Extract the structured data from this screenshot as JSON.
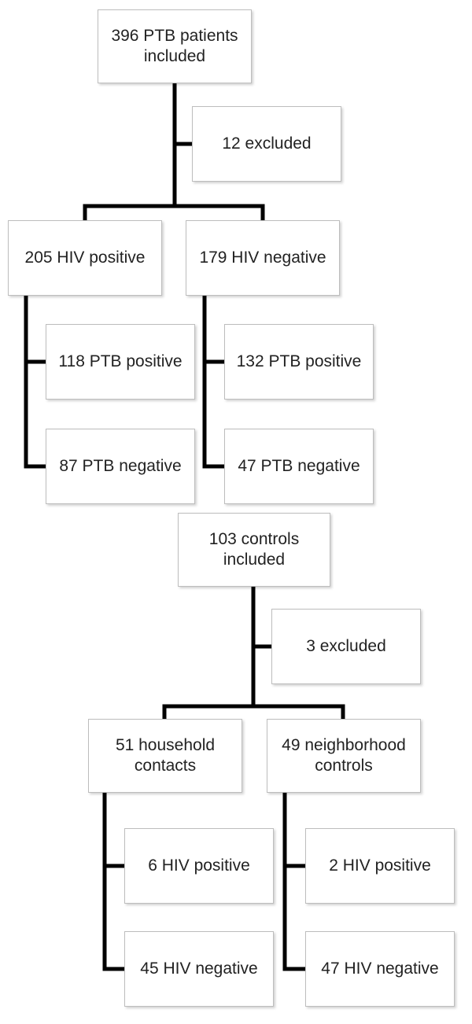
{
  "patients_flow": {
    "included": "396 PTB patients\nincluded",
    "excluded": "12 excluded",
    "hiv_positive": "205 HIV positive",
    "hiv_negative": "179 HIV negative",
    "hivpos_ptb_positive": "118 PTB positive",
    "hivpos_ptb_negative": "87 PTB negative",
    "hivneg_ptb_positive": "132 PTB positive",
    "hivneg_ptb_negative": "47 PTB negative"
  },
  "controls_flow": {
    "included": "103 controls\nincluded",
    "excluded": "3 excluded",
    "household": "51 household\ncontacts",
    "neighborhood": "49 neighborhood\ncontrols",
    "household_hiv_positive": "6 HIV positive",
    "household_hiv_negative": "45 HIV negative",
    "neighborhood_hiv_positive": "2 HIV positive",
    "neighborhood_hiv_negative": "47 HIV negative"
  }
}
